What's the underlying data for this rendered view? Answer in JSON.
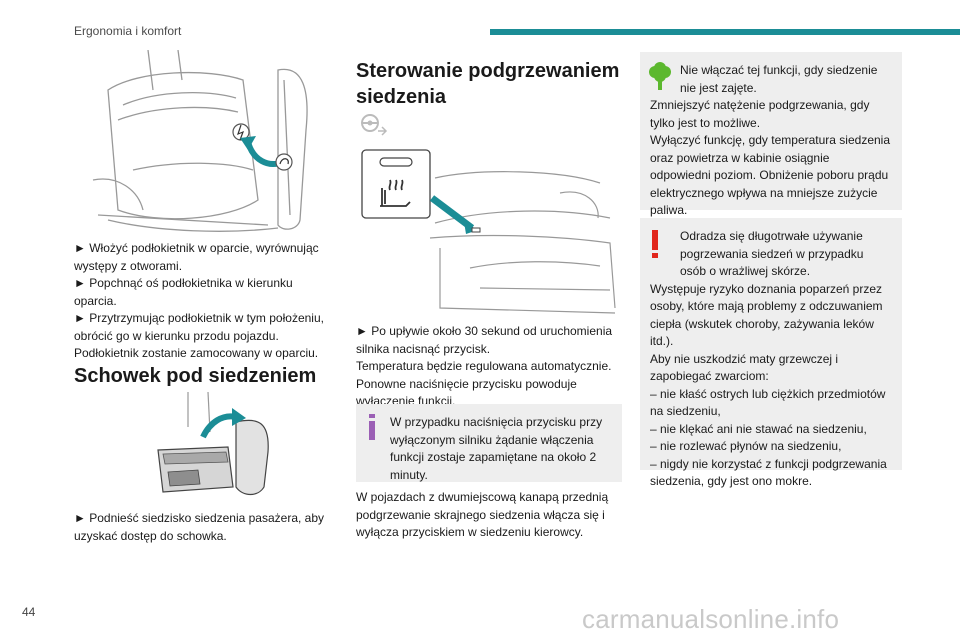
{
  "header": {
    "section_title": "Ergonomia i komfort",
    "accent_color": "#1b8d96"
  },
  "page_number": "44",
  "watermark": "carmanualsonline.info",
  "column1": {
    "armrest_steps": [
      "► Włożyć podłokietnik w oparcie, wyrównując występy z otworami.",
      "► Popchnąć oś podłokietnika w kierunku oparcia.",
      "► Przytrzymując podłokietnik w tym położeniu, obrócić go w kierunku przodu pojazdu.",
      "Podłokietnik zostanie zamocowany w oparciu."
    ],
    "storage_heading": "Schowek pod siedzeniem",
    "storage_step": "► Podnieść siedzisko siedzenia pasażera, aby uzyskać dostęp do schowka."
  },
  "column2": {
    "heading_line1": "Sterowanie podgrzewaniem",
    "heading_line2": "siedzenia",
    "steps": [
      "► Po upływie około 30 sekund od uruchomienia silnika nacisnąć przycisk.",
      "Temperatura będzie regulowana automatycznie.",
      "Ponowne naciśnięcie przycisku powoduje wyłączenie funkcji."
    ],
    "info_box": "W przypadku naciśnięcia przycisku przy wyłączonym silniku żądanie włączenia funkcji zostaje zapamiętane na około 2 minuty.",
    "footer_text": "W pojazdach z dwumiejscową kanapą przednią podgrzewanie skrajnego siedzenia włącza się i wyłącza przyciskiem w siedzeniu kierowcy."
  },
  "column3": {
    "eco_box": [
      "Nie włączać tej funkcji, gdy siedzenie nie jest zajęte.",
      "Zmniejszyć natężenie podgrzewania, gdy tylko jest to możliwe.",
      "Wyłączyć funkcję, gdy temperatura siedzenia oraz powietrza w kabinie osiągnie odpowiedni poziom. Obniżenie poboru prądu elektrycznego wpływa na mniejsze zużycie paliwa."
    ],
    "warning_box": [
      "Odradza się długotrwałe używanie pogrzewania siedzeń w przypadku osób o wrażliwej skórze.",
      "Występuje ryzyko doznania poparzeń przez osoby, które mają problemy z odczuwaniem ciepła (wskutek choroby, zażywania leków itd.).",
      "Aby nie uszkodzić maty grzewczej i zapobiegać zwarciom:",
      "– nie kłaść ostrych lub ciężkich przedmiotów na siedzeniu,",
      "– nie klękać ani nie stawać na siedzeniu,",
      "– nie rozlewać płynów na siedzeniu,",
      "– nigdy nie korzystać z funkcji podgrzewania siedzenia, gdy jest ono mokre."
    ]
  },
  "icons": {
    "eco": "eco-tree-icon",
    "warning": "exclamation-warning-icon",
    "info": "info-i-icon",
    "steering": "steering-wheel-icon",
    "seat_heat": "seat-heating-button-icon"
  },
  "colors": {
    "teal": "#1b8d96",
    "eco_green": "#5cb82e",
    "warning_red": "#e1261c",
    "info_purple": "#9b5fb5",
    "box_gray": "#eeeeee"
  }
}
